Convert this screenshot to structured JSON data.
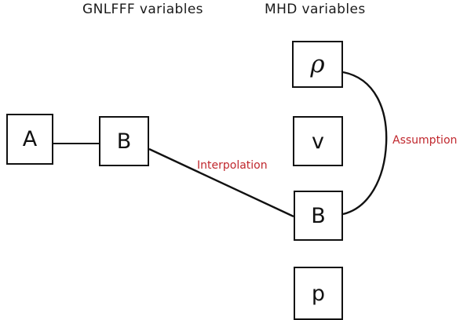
{
  "diagram": {
    "title_columns": {
      "gnlfff": "GNLFFF variables",
      "mhd": "MHD variables"
    },
    "columns": [
      {
        "id": "gnlfff",
        "header": "GNLFFF variables",
        "nodes": [
          {
            "id": "gnlfff-a",
            "label": "A",
            "style": "upright"
          },
          {
            "id": "gnlfff-b",
            "label": "B",
            "style": "upright"
          }
        ]
      },
      {
        "id": "mhd",
        "header": "MHD variables",
        "nodes": [
          {
            "id": "mhd-rho",
            "label": "ρ",
            "style": "italic"
          },
          {
            "id": "mhd-v",
            "label": "v",
            "style": "upright"
          },
          {
            "id": "mhd-b",
            "label": "B",
            "style": "upright"
          },
          {
            "id": "mhd-p",
            "label": "p",
            "style": "upright"
          }
        ]
      }
    ],
    "edges": [
      {
        "id": "a-to-b",
        "from": "gnlfff-a",
        "to": "gnlfff-b",
        "shape": "straight-horizontal",
        "label": "",
        "color": "#111111"
      },
      {
        "id": "gnlfff-b-to-mhd-b",
        "from": "gnlfff-b",
        "to": "mhd-b",
        "shape": "straight-diagonal",
        "label": "Interpolation",
        "color": "#111111"
      },
      {
        "id": "mhd-rho-to-mhd-b",
        "from": "mhd-rho",
        "to": "mhd-b",
        "shape": "curved-arc-right",
        "label": "Assumption",
        "color": "#111111"
      }
    ],
    "labels": {
      "interpolation": "Interpolation",
      "assumption": "Assumption"
    },
    "colors": {
      "stroke": "#111111",
      "box_border": "#111111",
      "text": "#111111",
      "annotation_red": "#c0272d",
      "background": "#ffffff"
    }
  }
}
